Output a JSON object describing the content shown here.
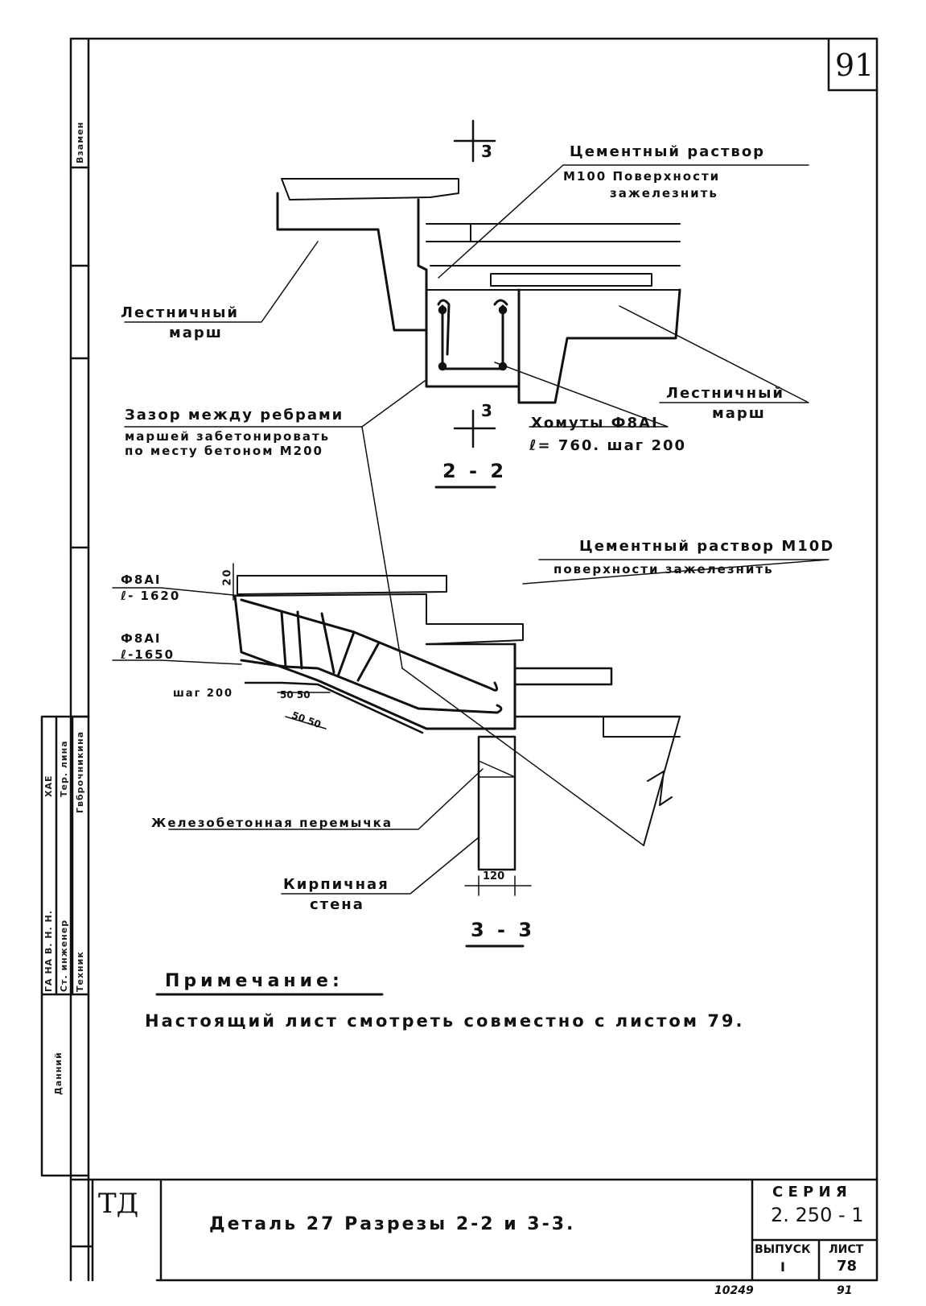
{
  "sheet_number": "91",
  "side_stamps": {
    "top": "Взамен",
    "column1": "ГА НА В. Н. Н.",
    "column1b": "Ст. инженер",
    "column1c": "Техник",
    "column2": "ХАЕ",
    "column2b": "Тер. лина",
    "column2c": "Гвброчникина",
    "bottom": "Данний"
  },
  "section_2_2": {
    "title": "2 - 2",
    "cut_mark_top": "3",
    "cut_mark_bottom": "3",
    "labels": {
      "cement_mortar": [
        "Цементный  раствор",
        "М100  Поверхности",
        "зажелезнить"
      ],
      "stair_flight_left": [
        "Лестничный",
        "марш"
      ],
      "stair_flight_right": [
        "Лестничный",
        "марш"
      ],
      "gap_note": [
        "Зазор  между  ребрами",
        "маршей  забетонировать",
        "по  месту  бетоном  М200"
      ],
      "stirrups": [
        "Хомуты  Ф8АI",
        "ℓ= 760.  шаг  200"
      ]
    }
  },
  "section_3_3": {
    "title": "3 - 3",
    "labels": {
      "cement_mortar": [
        "Цементный  раствор  М10D",
        "поверхности  зажелезнить"
      ],
      "rebar_1": [
        "Ф8АI",
        "ℓ- 1620"
      ],
      "rebar_2": [
        "Ф8АI",
        "ℓ-1650"
      ],
      "step": "шаг 200",
      "dim_20": "20",
      "dim_50_50_a": "50 50",
      "dim_50_50_b": "50 50",
      "lintel": "Железобетонная  перемычка",
      "brick_wall": [
        "Кирпичная",
        "стена"
      ],
      "dim_120": "120"
    }
  },
  "note": {
    "heading": "Примечание:",
    "text": "Настоящий  лист  смотреть  совместно  с листом  79."
  },
  "title_block": {
    "mark": "ТД",
    "title": "Деталь  27     Разрезы  2-2  и  3-3.",
    "series_label": "С Е Р И Я",
    "series_value": "2. 250 - 1",
    "issue_label": "ВЫПУСК",
    "issue_value": "I",
    "sheet_label": "ЛИСТ",
    "sheet_value": "78"
  },
  "footer": {
    "left_number": "10249",
    "right_number": "91"
  }
}
